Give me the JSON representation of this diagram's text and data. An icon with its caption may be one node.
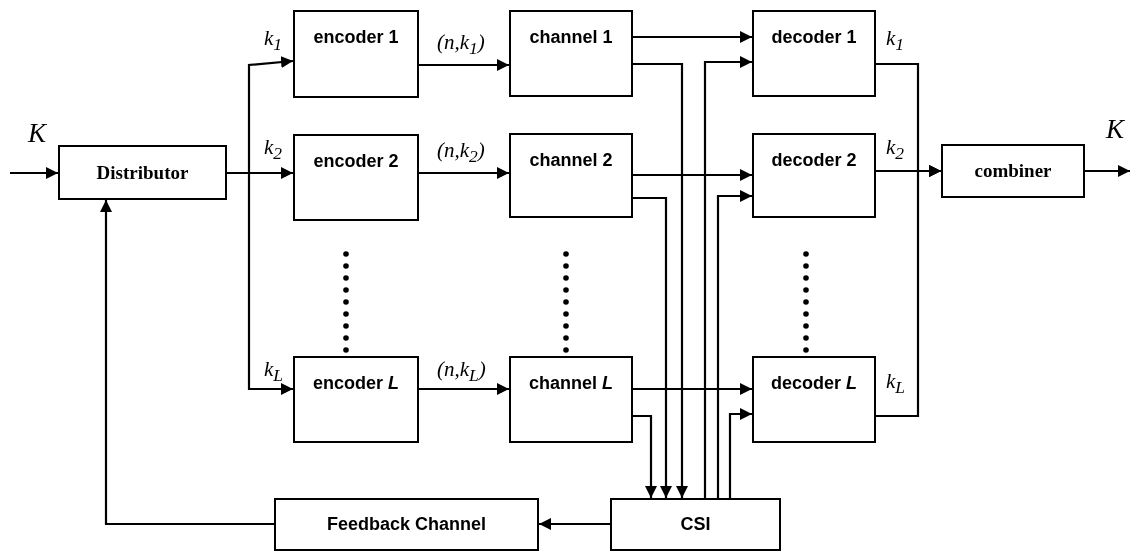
{
  "diagram": {
    "nodes": [
      {
        "text": [
          "Distributor"
        ]
      },
      {
        "text": [
          "encoder 1"
        ]
      },
      {
        "text": [
          "encoder 2"
        ]
      },
      {
        "text": [
          "encoder *L*"
        ]
      },
      {
        "text": [
          "channel 1"
        ]
      },
      {
        "text": [
          "channel 2"
        ]
      },
      {
        "text": [
          "channel *L*"
        ]
      },
      {
        "text": [
          "decoder 1"
        ]
      },
      {
        "text": [
          "decoder 2"
        ]
      },
      {
        "text": [
          "decoder *L*"
        ]
      },
      {
        "text": [
          "combiner"
        ]
      },
      {
        "text": [
          "CSI"
        ]
      },
      {
        "text": [
          "Feedback Channel"
        ]
      }
    ],
    "edges": [
      {
        "from": null,
        "to": 0,
        "arrow": "to",
        "label": "K"
      },
      {
        "from": 0,
        "to": 1,
        "arrow": "to",
        "label": "k$_{1}$"
      },
      {
        "from": 0,
        "to": 2,
        "arrow": "to",
        "label": "k$_{2}$"
      },
      {
        "from": 0,
        "to": 3,
        "arrow": "to",
        "label": "k$_{L}$"
      },
      {
        "from": 1,
        "to": 4,
        "arrow": "to",
        "label": "(n,k$_{1}$)"
      },
      {
        "from": 2,
        "to": 5,
        "arrow": "to",
        "label": "(n,k$_{2}$)"
      },
      {
        "from": 3,
        "to": 6,
        "arrow": "to",
        "label": "(n,k$_{L}$)"
      },
      {
        "from": 4,
        "to": 7,
        "arrow": "to"
      },
      {
        "from": 5,
        "to": 8,
        "arrow": "to"
      },
      {
        "from": 6,
        "to": 9,
        "arrow": "to"
      },
      {
        "from": 4,
        "to": 11,
        "arrow": "to"
      },
      {
        "from": 5,
        "to": 11,
        "arrow": "to"
      },
      {
        "from": 6,
        "to": 11,
        "arrow": "to"
      },
      {
        "from": 11,
        "to": 7,
        "arrow": "to"
      },
      {
        "from": 11,
        "to": 8,
        "arrow": "to"
      },
      {
        "from": 11,
        "to": 9,
        "arrow": "to"
      },
      {
        "from": 7,
        "to": 10,
        "arrow": "to",
        "label": "k$_{1}$"
      },
      {
        "from": 8,
        "to": 10,
        "arrow": "to",
        "label": "k$_{2}$"
      },
      {
        "from": 9,
        "to": 10,
        "arrow": "to",
        "label": "k$_{L}$"
      },
      {
        "from": 10,
        "to": null,
        "arrow": "to",
        "label": "K"
      },
      {
        "from": 11,
        "to": 12,
        "arrow": "to"
      },
      {
        "from": 12,
        "to": 0,
        "arrow": "to"
      }
    ]
  }
}
